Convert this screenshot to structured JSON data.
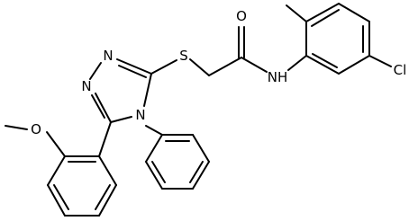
{
  "molecule": {
    "atoms": {
      "O_amide": "O",
      "NH": "NH",
      "Cl": "Cl",
      "S": "S",
      "N1": "N",
      "N2": "N",
      "N4": "N",
      "O_methoxy": "O"
    }
  }
}
